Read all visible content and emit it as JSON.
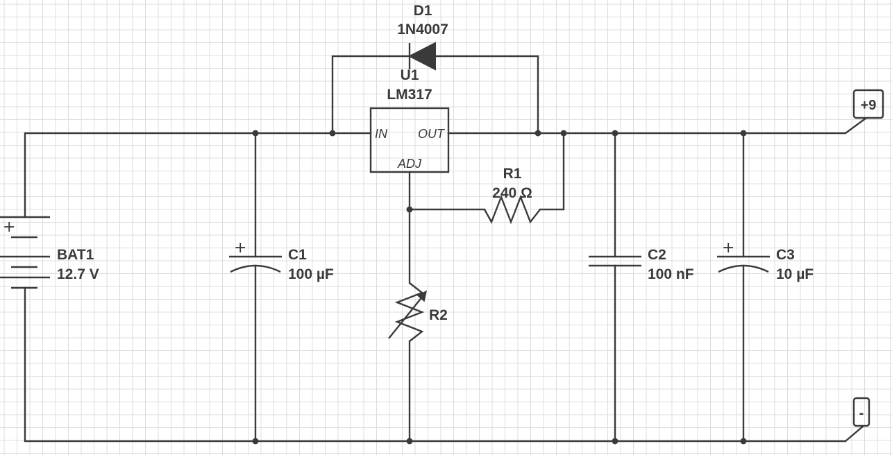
{
  "components": {
    "battery": {
      "ref": "BAT1",
      "value": "12.7 V",
      "polarity": "+"
    },
    "c1": {
      "ref": "C1",
      "value": "100 µF",
      "polarity": "+"
    },
    "c2": {
      "ref": "C2",
      "value": "100 nF"
    },
    "c3": {
      "ref": "C3",
      "value": "10 µF",
      "polarity": "+"
    },
    "d1": {
      "ref": "D1",
      "value": "1N4007"
    },
    "u1": {
      "ref": "U1",
      "value": "LM317",
      "pins": {
        "in": "IN",
        "out": "OUT",
        "adj": "ADJ"
      }
    },
    "r1": {
      "ref": "R1",
      "value": "240 Ω"
    },
    "r2": {
      "ref": "R2"
    }
  },
  "ports": {
    "positive": "+9",
    "negative": "-"
  },
  "colors": {
    "wire": "#3a3a3a",
    "grid": "#dcdcdc",
    "background": "#ffffff"
  }
}
